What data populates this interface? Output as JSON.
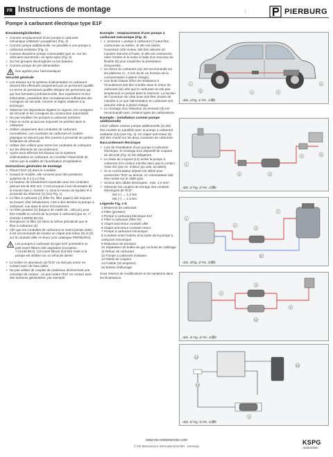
{
  "header": {
    "lang_badge": "FR",
    "title": "Instructions de montage",
    "subtitle": "Pompe à carburant électrique type E1F",
    "page_number": "1",
    "logo_text": "PIERBURG"
  },
  "col1": [
    {
      "t": "heading",
      "text": "Einsatzmöglichkeiten:"
    },
    {
      "t": "bullet",
      "text": "Comme remplacement d'une pompe à carburant mécanique (oldtimer/ youngtimer) (Fig. 3)"
    },
    {
      "t": "bullet",
      "text": "Comme pompe additionnelle, en parallèle à une pompe à carburant existante (Fig. 4)"
    },
    {
      "t": "bullet",
      "text": "Comme deuxième pompe commutable (par ex. sur les véhicules tout-terrain, en sport auto) (Fig. 5)"
    },
    {
      "t": "bullet",
      "text": "Sur les groupes électrogènes ou les bateaux"
    },
    {
      "t": "bullet",
      "text": "Comme pompe de pré-alimentation"
    },
    {
      "t": "warn",
      "text": "Non agréée pour l'aéronautique!"
    },
    {
      "t": "heading",
      "text": "Sécurité générale"
    },
    {
      "t": "bullet",
      "text": "Les travaux sur le système d'alimentation en carburant doivent être effectués uniquement par un personnel qualifié. Le terme de personnel qualifié désigne les personnes qui, par leur formation professionnelle, leur expérience et leur information, possèdent des connaissances suffisantes des consignes de sécurité, normes et règles relatives à la technique."
    },
    {
      "t": "bullet",
      "text": "Observer les dispositions légales en vigueur, les consignes de sécurité et les consignes du constructeur automobile."
    },
    {
      "t": "bullet",
      "text": "Ne pas réutiliser les pompes à carburant tombées."
    },
    {
      "t": "bullet",
      "text": "Faire en sorte qu'aucune impureté ne pénètre dans le carburant."
    },
    {
      "t": "bullet",
      "text": "Utiliser uniquement des conduites de carburant normalisées. Les conduites de carburant en matière plastique ne doivent pas être posées à proximité de parties brûlantes du véhicule."
    },
    {
      "t": "bullet",
      "text": "Utiliser des colliers pour serrer les conduites de carburant sur les éléments de raccordement."
    },
    {
      "t": "bullet",
      "text": "Après avoir effectué les travaux sur le système d'alimentation en carburant, en contrôler l'étanchéité de même que la validité de l'autorisation d'exploitation."
    },
    {
      "t": "heading",
      "text": "Instructions générales de montage"
    },
    {
      "t": "bullet",
      "text": "Placer l'E1F (3) dans le conduite."
    },
    {
      "t": "bullet",
      "text": "Suivant le modèle, elle convient pour des pressions système de 0,1 à 1,0 bar."
    },
    {
      "t": "bullet",
      "text": "La hauteur de refoulement maximale avec les conduites pleines est de 500 mm. C'est pourquoi il est nécessaire de la monter bas (« humide »), sous le niveau du liquide) et à proximité du réservoir (1) (voir Fig. 1)."
    },
    {
      "t": "bullet",
      "text": "Le filtre à carburant (4) (filtre fin, filtre papier) doit toujours se trouver côté refoulement, c'est à dire derrière la pompe à carburant, vue dans le sens d'écoulement."
    },
    {
      "t": "bullet",
      "text": "Un filtre grossier (2) (largeur de maille 60...100 µm) peut être installé en amont de la pompe à carburant (par ex. n° d'article 4.00030.60.01)."
    },
    {
      "t": "bullet",
      "text": "Remplacer ce filtre (2) selon la même périodicité que le filtre à carburant (4)."
    },
    {
      "t": "bullet",
      "text": "Afin que les conduites de carburant ne soient jamais vides, il est recommandé de monter un clapet anti-retour (5) et (6) sur la conduite aller et retour (voir catalogue PIERBURG)."
    },
    {
      "t": "warn",
      "text": "Les pompes à carburant du type E1F possèdent un petit insert filtrant côté aspiration (exception : 7.21440.68.0). Cet insert filtrant doit être retiré si la pompe est utilisée sur un véhicule diesel."
    },
    {
      "t": "bullet",
      "text": "Le boîtier en aluminium de l'E1F ne doit pas entrer en contact avec de l'eau salée."
    },
    {
      "t": "bullet",
      "text": "Ne pas utiliser de couples de matériaux déclenchant une corrosion de contact : ne pas mettre l'E1F en contact avec des surfaces galvanisées, par exemple."
    }
  ],
  "col2": [
    {
      "t": "heading",
      "text": "Exemple : remplacement d'une pompe à carburant mécanique (Fig. 3)"
    },
    {
      "t": "bullet",
      "text": "L' ancienne » pompe à carburant (7) peut être contournée ou retirée. Si elle est retirée, l'ouverture côté moteur doit être obturée de manière étanche à l'huile. Si elle est contournée, relier l'entrée et la sortie à l'aide d'un morceau de flexible (8) pour empêcher la pénétration d'impuretés."
    },
    {
      "t": "bullet",
      "text": "Un retour du carburant (11) est recommandé sur les plafonne (1...3 mm de Ø, en fonction de la consommation à pleine charge)."
    },
    {
      "t": "bullet",
      "text": "Une buse faisant office de résistance à l'écoulement doit être montée dans le retour de carburant (11) afin que le carburant ne soit pas simplement re-pompé dans le réservoir. La section de l'ouverture de cette buse doit être choisie de manière à ce que l'alimentation en carburant soit assurée même à pleine charge."
    },
    {
      "t": "bullet",
      "text": "Le montage d'un réducteur de pression (9) est recommandé avec certains types de carburateurs."
    },
    {
      "t": "heading",
      "text": "Exemple : installation comme pompe additionnelle"
    },
    {
      "t": "plain",
      "text": "L'E1F utilisée comme pompe additionnelle (3) doit être montée en parallèle avec la pompe à carburant existante (12) (voir Fig. 4). Un clapet anti-retour (5) doit être monté sur les deux conduites de carburant."
    },
    {
      "t": "heading",
      "text": "Raccordement électrique"
    },
    {
      "t": "bullet",
      "text": "Lors de l'installation d'une pompe à carburant électrique, le montage d'un dispositif de coupure de sécurité (Fig. 5) est obligatoire."
    },
    {
      "t": "bullet",
      "text": "Le relais de coupure (13) arrête la pompe à carburant si le moteur s'arrête alors que le contact reste mis (par ex. moteur qui cale, accident)."
    },
    {
      "t": "bullet",
      "text": "Si un commutateur séparé est utilisé pour enclencher l'E1F au besoin, ce commutateur doit être monté sur le câble plus."
    },
    {
      "t": "bullet",
      "text": "Section des câbles électriques : mini. 1,0 mm²."
    },
    {
      "t": "bullet",
      "text": "Observer les couples de serrage des contacts électriques de l'E1F :"
    },
    {
      "t": "torque",
      "text": "M4 (+) → 1,2 Nm"
    },
    {
      "t": "torque",
      "text": "M5 (–) → 1,6 Nm"
    },
    {
      "t": "heading",
      "text": "Légende Fig. 1-5"
    },
    {
      "t": "legend",
      "text": "1    Réservoir de carburant"
    },
    {
      "t": "legend",
      "text": "2    Filtre (grossier)"
    },
    {
      "t": "legend",
      "text": "3    Pompe à carburant électrique E1F"
    },
    {
      "t": "legend",
      "text": "4    Filtre à carburant (filtre fin)"
    },
    {
      "t": "legend",
      "text": "5    Clapet anti-retour conduite aller"
    },
    {
      "t": "legend",
      "text": "6    Clapet anti-retour conduite retour"
    },
    {
      "t": "legend",
      "text": "7    Pompe à carburant mécanique"
    },
    {
      "t": "legend",
      "text": "8    Conduite entre l'entrée et la sortie de la pompe à carburant mécanique"
    },
    {
      "t": "legend",
      "text": "9    Réducteur de pression"
    },
    {
      "t": "legend",
      "text": "10  Séparateur de bulles de gaz ou buse de calibrage"
    },
    {
      "t": "legend",
      "text": "11  Retour de carburant"
    },
    {
      "t": "legend",
      "text": "12  Pompe à carburant existante"
    },
    {
      "t": "legend",
      "text": "13  Relais de coupure"
    },
    {
      "t": "legend",
      "text": "14  Fusible (10 ampères)"
    },
    {
      "t": "legend",
      "text": "15  Bobine d'allumage"
    },
    {
      "t": "gap",
      "text": ""
    },
    {
      "t": "plain",
      "text": "Sous réserve de modifications et de variations dans les illustrations."
    }
  ],
  "figures": [
    {
      "caption": "Abb. 1/Fig. 1/ Pic. 1/图1"
    },
    {
      "caption": "Abb. 2/ Fig. 2/ Pic. 2/图2"
    },
    {
      "caption": "Abb. 3/Fig. 3/ Pic. 3/图3"
    },
    {
      "caption": "Abb. 4/ Fig. 4/ Pic. 4/图4"
    },
    {
      "caption": "Abb. 5/ Fig. 5/ Pic. 5/图5"
    }
  ],
  "footer": {
    "url": "www.ms-motorservice.com",
    "copyright": "© MS Motorservice International GmbH · Germany",
    "brand": "KSPG",
    "brand_sub": "Automotive"
  }
}
